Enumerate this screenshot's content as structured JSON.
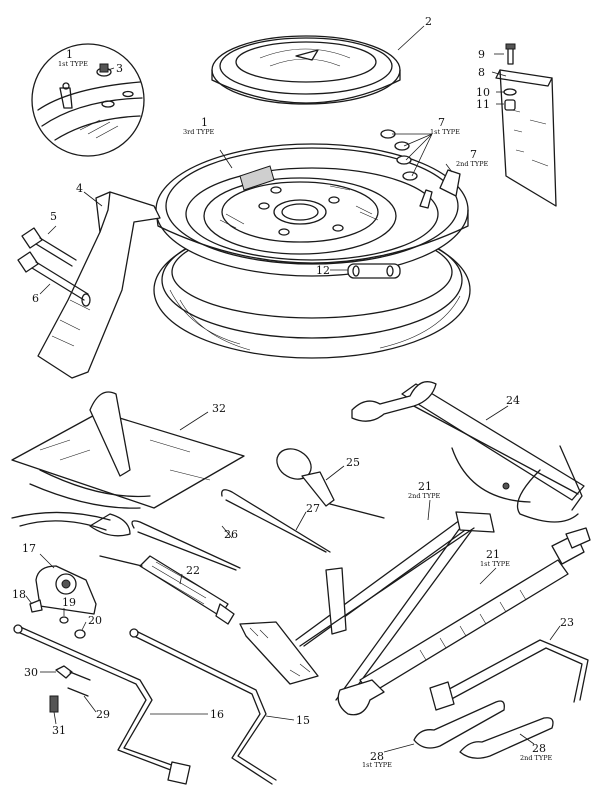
{
  "callouts": {
    "c1_top": "1",
    "c1_top_sub": "1st TYPE",
    "c1_main": "1",
    "c1_main_sub": "3rd TYPE",
    "c2": "2",
    "c3": "3",
    "c4": "4",
    "c5": "5",
    "c6": "6",
    "c7a": "7",
    "c7a_sub": "1st TYPE",
    "c7b": "7",
    "c7b_sub": "2nd TYPE",
    "c8": "8",
    "c9": "9",
    "c10": "10",
    "c11": "11",
    "c12": "12",
    "c15": "15",
    "c16": "16",
    "c17": "17",
    "c18": "18",
    "c19": "19",
    "c20": "20",
    "c21a": "21",
    "c21a_sub": "2nd TYPE",
    "c21b": "21",
    "c21b_sub": "1st TYPE",
    "c22": "22",
    "c23": "23",
    "c24": "24",
    "c25": "25",
    "c26": "26",
    "c27": "27",
    "c28a": "28",
    "c28a_sub": "1st TYPE",
    "c28b": "28",
    "c28b_sub": "2nd TYPE",
    "c29": "29",
    "c30": "30",
    "c31": "31",
    "c32": "32"
  }
}
